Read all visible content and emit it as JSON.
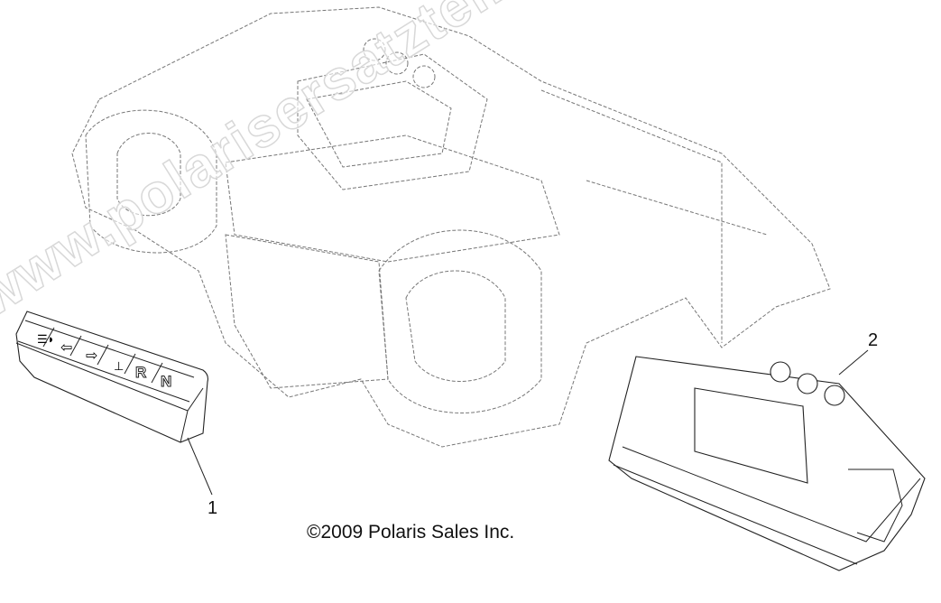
{
  "diagram": {
    "copyright": "©2009 Polaris Sales Inc.",
    "watermark": "www.polarisersatzteile.de",
    "callouts": [
      {
        "number": "1",
        "part": "indicator-light-panel"
      },
      {
        "number": "2",
        "part": "instrument-cluster"
      }
    ],
    "indicator_symbols": [
      "headlight-icon",
      "left-arrow-icon",
      "right-arrow-icon",
      "temperature-icon",
      "R",
      "N"
    ]
  }
}
